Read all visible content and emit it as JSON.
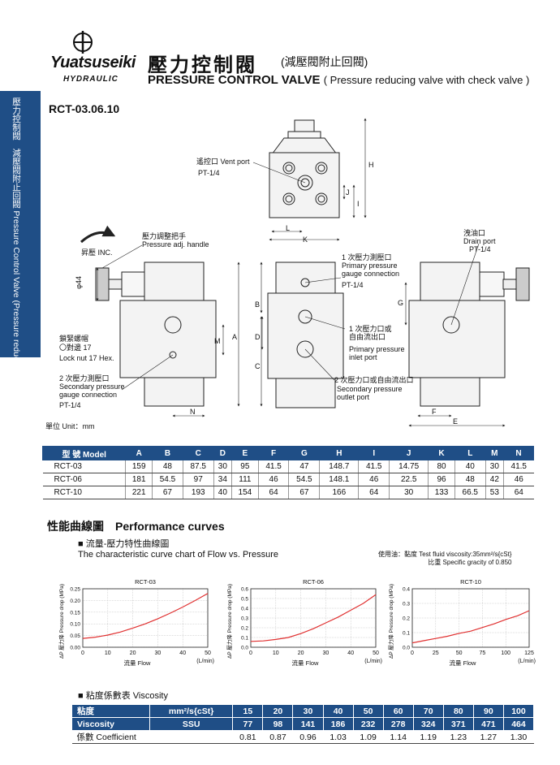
{
  "header": {
    "brand": "Yuatsuseiki",
    "brand_sub": "HYDRAULIC",
    "title_zh": "壓力控制閥",
    "title_zh_sub": "(減壓閥附止回閥)",
    "title_en": "PRESSURE CONTROL VALVE",
    "title_en_sub": "( Pressure reducing valve with check valve )"
  },
  "side_tab": "壓力控制閥　減壓閥附止回閥 Pressure Control Valve (Pressure reducing valve with check valve)",
  "model_code": "RCT-03.06.10",
  "diagram_labels": {
    "vent_port": "遙控口  Vent port",
    "vent_port_size": "PT-1/4",
    "inc": "昇壓 INC.",
    "handle": "壓力調整把手",
    "handle_en": "Pressure adj. handle",
    "dia": "φ44",
    "lock_nut": "鎖緊螺帽",
    "lock_nut_sub": "〇對邊 17",
    "lock_nut_en": "Lock nut 17 Hex.",
    "secondary_gauge": "2 次壓力測壓口",
    "secondary_gauge_en1": "Secondary pressure",
    "secondary_gauge_en2": "gauge connection",
    "secondary_gauge_size": "PT-1/4",
    "primary_gauge": "1 次壓力測壓口",
    "primary_gauge_en1": "Primary pressure",
    "primary_gauge_en2": "gauge connection",
    "primary_gauge_size": "PT-1/4",
    "inlet": "1 次壓力口或",
    "inlet_2": "自由流出口",
    "inlet_en1": "Primary pressure",
    "inlet_en2": "inlet port",
    "outlet": "2 次壓力口或自由流出口",
    "outlet_en1": "Secondary pressure",
    "outlet_en2": "outlet port",
    "drain": "洩油口",
    "drain_en": "Drain port",
    "drain_size": "PT-1/4",
    "unit": "單位 Unit：mm",
    "dims": {
      "H": "H",
      "J": "J",
      "I": "I",
      "L": "L",
      "K": "K",
      "B": "B",
      "A": "A",
      "D": "D",
      "C": "C",
      "M": "M",
      "N": "N",
      "G": "G",
      "F": "F",
      "E": "E"
    }
  },
  "spec_table": {
    "headers": [
      "型 號 Model",
      "A",
      "B",
      "C",
      "D",
      "E",
      "F",
      "G",
      "H",
      "I",
      "J",
      "K",
      "L",
      "M",
      "N"
    ],
    "rows": [
      [
        "RCT-03",
        "159",
        "48",
        "87.5",
        "30",
        "95",
        "41.5",
        "47",
        "148.7",
        "41.5",
        "14.75",
        "80",
        "40",
        "30",
        "41.5"
      ],
      [
        "RCT-06",
        "181",
        "54.5",
        "97",
        "34",
        "111",
        "46",
        "54.5",
        "148.1",
        "46",
        "22.5",
        "96",
        "48",
        "42",
        "46"
      ],
      [
        "RCT-10",
        "221",
        "67",
        "193",
        "40",
        "154",
        "64",
        "67",
        "166",
        "64",
        "30",
        "133",
        "66.5",
        "53",
        "64"
      ]
    ]
  },
  "performance": {
    "section_title": "性能曲線圖　Performance curves",
    "subtitle_zh": "■ 流量-壓力特性曲線圖",
    "subtitle_en": "The characteristic curve chart of Flow vs. Pressure",
    "fluid_note1": "使用油：黏度 Test fluid viscosity:35mm²/s{cSt}",
    "fluid_note2": "比重 Specific gracity of 0.850",
    "ylabel": "ΔP 壓力降 Pressure drop (MPa)",
    "xlabel": "流量  Flow",
    "xunit": "(L/min)"
  },
  "chart_data": [
    {
      "type": "line",
      "title": "RCT-03",
      "xlabel": "流量  Flow",
      "ylabel": "ΔP 壓力降 Pressure drop (MPa)",
      "xlim": [
        0,
        50
      ],
      "ylim": [
        0,
        0.25
      ],
      "xticks": [
        "0",
        "10",
        "20",
        "30",
        "40",
        "50"
      ],
      "yticks": [
        "0.00",
        "0.05",
        "0.10",
        "0.15",
        "0.20",
        "0.25"
      ],
      "grid": true,
      "color": "#e03030",
      "series": [
        {
          "x": [
            0,
            5,
            10,
            15,
            20,
            25,
            30,
            35,
            40,
            45,
            50
          ],
          "y": [
            0.038,
            0.043,
            0.052,
            0.065,
            0.082,
            0.1,
            0.122,
            0.146,
            0.172,
            0.2,
            0.23
          ]
        }
      ]
    },
    {
      "type": "line",
      "title": "RCT-06",
      "xlabel": "流量  Flow",
      "ylabel": "ΔP 壓力降 Pressure drop (MPa)",
      "xlim": [
        0,
        50
      ],
      "ylim": [
        0,
        0.6
      ],
      "xticks": [
        "0",
        "10",
        "20",
        "30",
        "40",
        "50"
      ],
      "yticks": [
        "0.0",
        "0.1",
        "0.2",
        "0.3",
        "0.4",
        "0.5",
        "0.6"
      ],
      "grid": true,
      "color": "#e03030",
      "series": [
        {
          "x": [
            0,
            5,
            10,
            15,
            20,
            25,
            30,
            35,
            40,
            45,
            50
          ],
          "y": [
            0.06,
            0.065,
            0.08,
            0.1,
            0.14,
            0.19,
            0.25,
            0.31,
            0.38,
            0.45,
            0.54
          ]
        }
      ]
    },
    {
      "type": "line",
      "title": "RCT-10",
      "xlabel": "流量  Flow",
      "ylabel": "ΔP 壓力降 Pressure drop (MPa)",
      "xlim": [
        0,
        125
      ],
      "ylim": [
        0,
        0.4
      ],
      "xticks": [
        "0",
        "25",
        "50",
        "75",
        "100",
        "125"
      ],
      "yticks": [
        "0.0",
        "0.1",
        "0.2",
        "0.3",
        "0.4"
      ],
      "grid": true,
      "color": "#e03030",
      "series": [
        {
          "x": [
            0,
            12.5,
            25,
            37.5,
            50,
            62.5,
            75,
            87.5,
            100,
            112.5,
            125
          ],
          "y": [
            0.03,
            0.045,
            0.06,
            0.075,
            0.095,
            0.11,
            0.135,
            0.16,
            0.19,
            0.215,
            0.25
          ]
        }
      ]
    }
  ],
  "viscosity": {
    "title": "■ 粘度係數表 Viscosity",
    "header_label": "粘度",
    "header_unit": "mm²/s{cSt}",
    "cst": [
      "15",
      "20",
      "30",
      "40",
      "50",
      "60",
      "70",
      "80",
      "90",
      "100"
    ],
    "ssu_label": "Viscosity",
    "ssu_unit": "SSU",
    "ssu": [
      "77",
      "98",
      "141",
      "186",
      "232",
      "278",
      "324",
      "371",
      "471",
      "464"
    ],
    "coef_label": "係數 Coefficient",
    "coef": [
      "0.81",
      "0.87",
      "0.96",
      "1.03",
      "1.09",
      "1.14",
      "1.19",
      "1.23",
      "1.27",
      "1.30"
    ]
  }
}
